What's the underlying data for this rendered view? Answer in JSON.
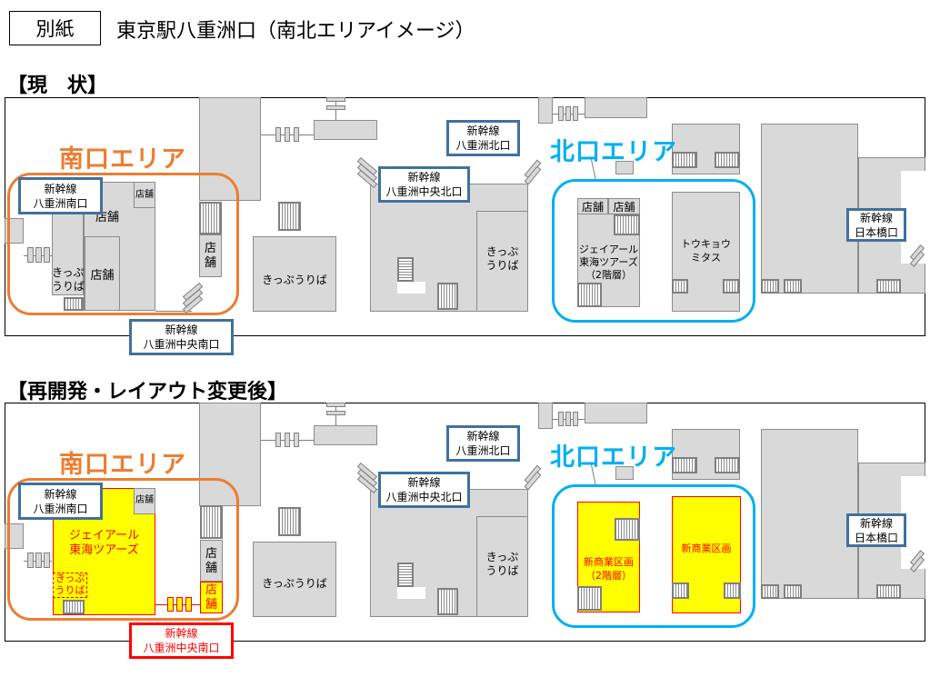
{
  "header": {
    "tag": "別紙",
    "title": "東京駅八重洲口（南北エリアイメージ）"
  },
  "colors": {
    "south": "#ed7d31",
    "north": "#00b0f0",
    "exit_border": "#41719c",
    "new": "#ffff00",
    "new_border": "#ff0000"
  },
  "current": {
    "heading": "【現　状】",
    "south_area": "南口エリア",
    "north_area": "北口エリア",
    "exits": {
      "yaesu_south": [
        "新幹線",
        "八重洲南口"
      ],
      "yaesu_central_south": [
        "新幹線",
        "八重洲中央南口"
      ],
      "yaesu_north": [
        "新幹線",
        "八重洲北口"
      ],
      "yaesu_central_north": [
        "新幹線",
        "八重洲中央北口"
      ],
      "nihonbashi": [
        "新幹線",
        "日本橋口"
      ]
    },
    "labels": {
      "shop_small": "店舗",
      "shop_main": "店舗",
      "shop_inner": "店舗",
      "ticket_south": [
        "きっぷ",
        "うりば"
      ],
      "shop_vertical": [
        "店",
        "舗"
      ],
      "ticket_center": "きっぷうりば",
      "ticket_north": [
        "きっぷ",
        "うりば"
      ],
      "shop_n1": "店舗",
      "shop_n2": "店舗",
      "jr_tours": [
        "ジェイアール",
        "東海ツアーズ",
        "（2階層）"
      ],
      "mitasu": [
        "トウキョウ",
        "ミタス"
      ]
    }
  },
  "after": {
    "heading": "【再開発・レイアウト変更後】",
    "south_area": "南口エリア",
    "north_area": "北口エリア",
    "exits": {
      "yaesu_south": [
        "新幹線",
        "八重洲南口"
      ],
      "yaesu_central_south": [
        "新幹線",
        "八重洲中央南口"
      ],
      "yaesu_north": [
        "新幹線",
        "八重洲北口"
      ],
      "yaesu_central_north": [
        "新幹線",
        "八重洲中央北口"
      ],
      "nihonbashi": [
        "新幹線",
        "日本橋口"
      ]
    },
    "labels": {
      "shop_small": "店舗",
      "jr_tours": [
        "ジェイアール",
        "東海ツアーズ"
      ],
      "ticket_south": [
        "きっぷ",
        "うりば"
      ],
      "shop_vertical": [
        "店",
        "舗"
      ],
      "shop_vertical_new": [
        "店",
        "舗"
      ],
      "ticket_center": "きっぷうりば",
      "ticket_north": [
        "きっぷ",
        "うりば"
      ],
      "new_area_1": [
        "新商業区画",
        "（2階層）"
      ],
      "new_area_2": "新商業区画"
    }
  }
}
